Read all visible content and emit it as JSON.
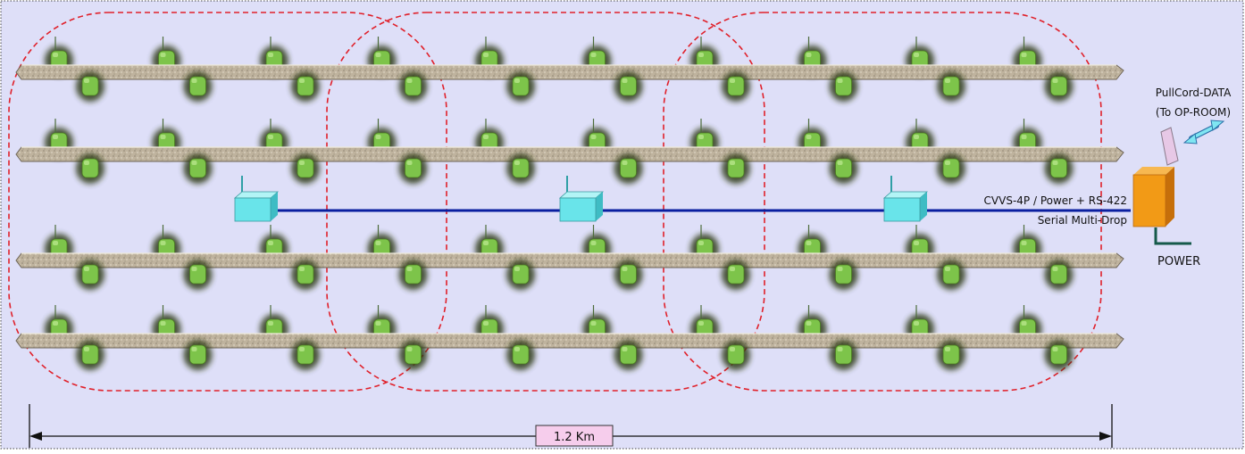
{
  "labels": {
    "pullcord_line1": "PullCord-DATA",
    "pullcord_line2": "(To OP-ROOM)",
    "cable_line1": "CVVS-4P / Power + RS-422",
    "cable_line2": "Serial Multi-Drop",
    "power": "POWER",
    "distance": "1.2 Km"
  },
  "colors": {
    "background": "#dedff8",
    "rail": "#b9ad98",
    "sensor": "#7dc44a",
    "node": "#69e4ea",
    "bus": "#0a1fa0",
    "coverage": "#e0202a",
    "controller": "#f29a16",
    "distance_box": "#f6cdec"
  },
  "diagram": {
    "rail_count": 4,
    "sensors_per_rail": 20,
    "wireless_nodes": 3,
    "coverage_zones": 3
  }
}
